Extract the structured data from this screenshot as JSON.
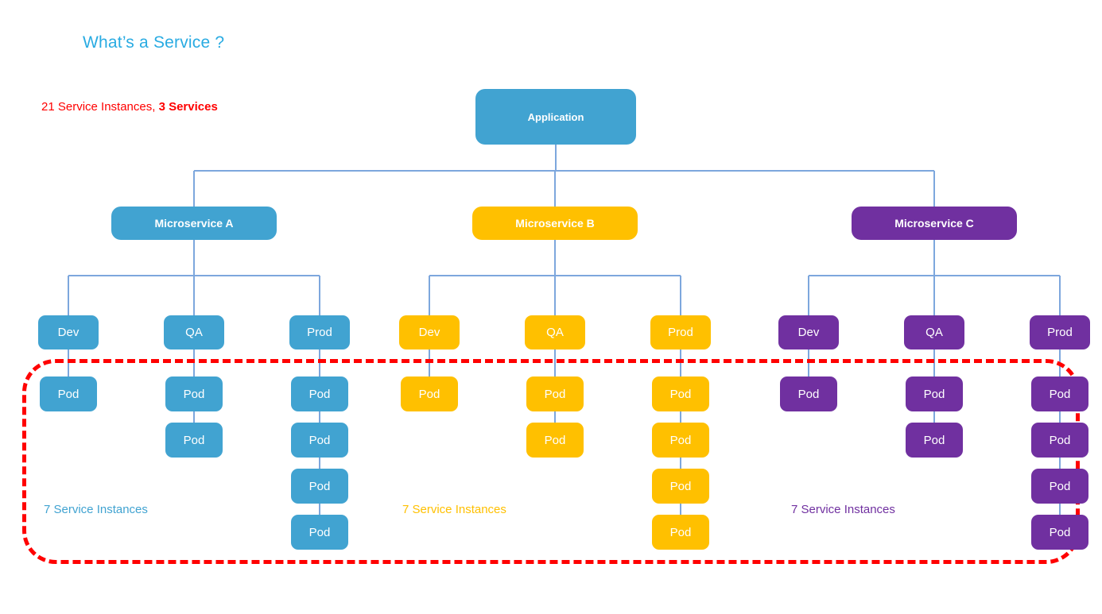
{
  "page": {
    "title": "What’s a Service ?",
    "title_color": "#29abe2",
    "background": "#ffffff"
  },
  "summary": {
    "prefix": "21 Service Instances, ",
    "emphasis": "3 Services",
    "color": "#ff0000"
  },
  "palette": {
    "blue": "#41a3d1",
    "amber": "#ffc000",
    "purple": "#7030a0",
    "connector": "#7da7dd",
    "highlight": "#ff0000"
  },
  "root": {
    "label": "Application",
    "color": "#41a3d1"
  },
  "highlight": {
    "style": "dashed",
    "color": "#ff0000",
    "meaning": "service-instances-boundary"
  },
  "groups": [
    {
      "id": "microservice-a",
      "label": "Microservice A",
      "color": "#41a3d1",
      "caption": "7 Service Instances",
      "environments": [
        {
          "label": "Dev",
          "pods": [
            "Pod"
          ]
        },
        {
          "label": "QA",
          "pods": [
            "Pod",
            "Pod"
          ]
        },
        {
          "label": "Prod",
          "pods": [
            "Pod",
            "Pod",
            "Pod",
            "Pod"
          ]
        }
      ]
    },
    {
      "id": "microservice-b",
      "label": "Microservice B",
      "color": "#ffc000",
      "caption": "7 Service Instances",
      "environments": [
        {
          "label": "Dev",
          "pods": [
            "Pod"
          ]
        },
        {
          "label": "QA",
          "pods": [
            "Pod",
            "Pod"
          ]
        },
        {
          "label": "Prod",
          "pods": [
            "Pod",
            "Pod",
            "Pod",
            "Pod"
          ]
        }
      ]
    },
    {
      "id": "microservice-c",
      "label": "Microservice C",
      "color": "#7030a0",
      "caption": "7 Service Instances",
      "environments": [
        {
          "label": "Dev",
          "pods": [
            "Pod"
          ]
        },
        {
          "label": "QA",
          "pods": [
            "Pod",
            "Pod"
          ]
        },
        {
          "label": "Prod",
          "pods": [
            "Pod",
            "Pod",
            "Pod",
            "Pod"
          ]
        }
      ]
    }
  ]
}
